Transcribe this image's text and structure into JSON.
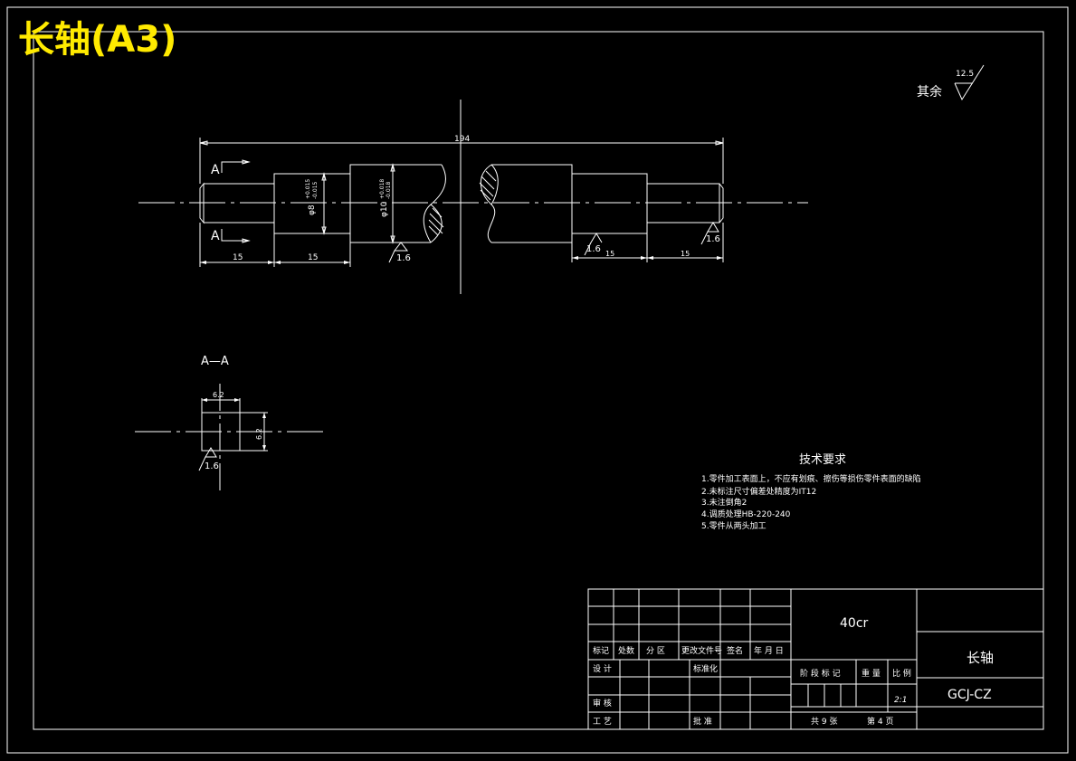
{
  "sheet_title": "长轴(A3)",
  "roughness": {
    "label": "其余",
    "value": "12.5"
  },
  "main_view": {
    "overall_length": "194",
    "section_mark": "A",
    "dim_left_1": "15",
    "dim_left_2": "15",
    "dim_right_1": "15",
    "dim_right_2": "15",
    "dia_8": "φ8",
    "dia_8_tol_upper": "+0.015",
    "dia_8_tol_lower": "-0.015",
    "dia_10": "φ10",
    "dia_10_tol_upper": "+0.018",
    "dia_10_tol_lower": "-0.018",
    "rough_a": "1.6",
    "rough_b": "1.6",
    "rough_c": "1.6"
  },
  "section_view": {
    "label": "A—A",
    "dim_top": "6.2",
    "dim_right": "6.2",
    "rough": "1.6"
  },
  "tech_req": {
    "title": "技术要求",
    "items": [
      "1.零件加工表面上，不应有划痕、擦伤等损伤零件表面的缺陷",
      "2.未标注尺寸偏差处精度为IT12",
      "3.未注倒角2",
      "4.调质处理HB-220-240",
      "5.零件从两头加工"
    ]
  },
  "title_block": {
    "material": "40cr",
    "part_name": "长轴",
    "drawing_no": "GCJ-CZ",
    "scale": "2:1",
    "labels": {
      "mark": "标记",
      "count": "处数",
      "zone": "分 区",
      "change_doc": "更改文件号",
      "sign": "签名",
      "date": "年 月 日",
      "design": "设 计",
      "standardize": "标准化",
      "check": "审 核",
      "process": "工 艺",
      "approve": "批 准",
      "stage_mark": "阶 段 标 记",
      "weight": "重 量",
      "ratio": "比 例",
      "sheets": "共 9 张",
      "sheet_no": "第 4 页"
    }
  }
}
